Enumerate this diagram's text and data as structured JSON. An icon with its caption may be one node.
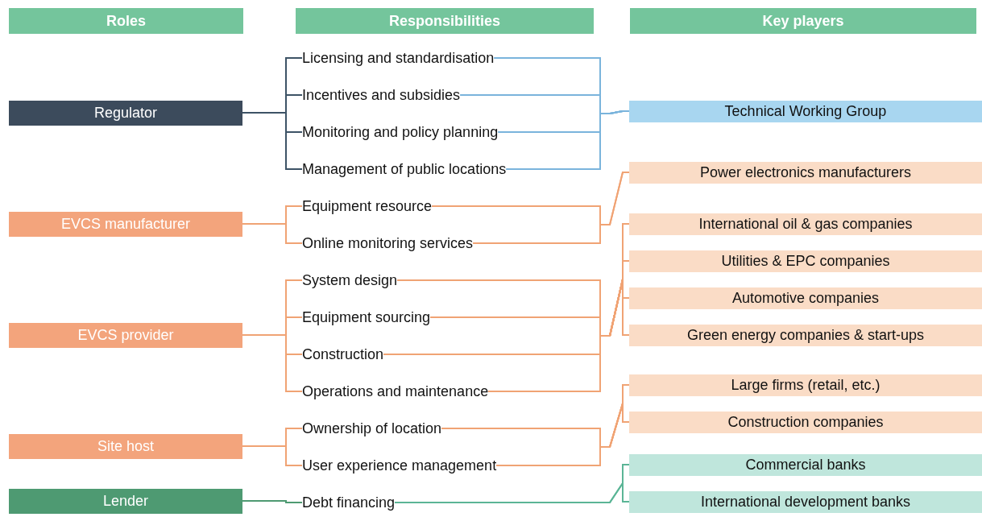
{
  "diagram": {
    "nodes": [
      {
        "text": [
          "Roles"
        ]
      },
      {
        "text": [
          "Responsibilities"
        ]
      },
      {
        "text": [
          "Key players"
        ]
      },
      {
        "text": [
          "Regulator"
        ]
      },
      {
        "text": [
          "EVCS manufacturer"
        ]
      },
      {
        "text": [
          "EVCS provider"
        ]
      },
      {
        "text": [
          "Site host"
        ]
      },
      {
        "text": [
          "Lender"
        ]
      },
      {
        "text": [
          "Licensing and standardisation"
        ]
      },
      {
        "text": [
          "Incentives and subsidies"
        ]
      },
      {
        "text": [
          "Monitoring and policy planning"
        ]
      },
      {
        "text": [
          "Management of public locations"
        ]
      },
      {
        "text": [
          "Equipment resource"
        ]
      },
      {
        "text": [
          "Online monitoring services"
        ]
      },
      {
        "text": [
          "System design"
        ]
      },
      {
        "text": [
          "Equipment sourcing"
        ]
      },
      {
        "text": [
          "Construction"
        ]
      },
      {
        "text": [
          "Operations and maintenance"
        ]
      },
      {
        "text": [
          "Ownership of location"
        ]
      },
      {
        "text": [
          "User experience management"
        ]
      },
      {
        "text": [
          "Debt financing"
        ]
      },
      {
        "text": [
          "Technical Working Group"
        ]
      },
      {
        "text": [
          "Power electronics manufacturers"
        ]
      },
      {
        "text": [
          "International oil & gas companies"
        ]
      },
      {
        "text": [
          "Utilities & EPC companies"
        ]
      },
      {
        "text": [
          "Automotive companies"
        ]
      },
      {
        "text": [
          "Green energy companies & start-ups"
        ]
      },
      {
        "text": [
          "Large firms (retail, etc.)"
        ]
      },
      {
        "text": [
          "Construction companies"
        ]
      },
      {
        "text": [
          "Commercial banks"
        ]
      },
      {
        "text": [
          "International development banks"
        ]
      }
    ],
    "edges": [
      {
        "from": 3,
        "to": 8,
        "arrow": "none",
        "color": "#3d5366"
      },
      {
        "from": 3,
        "to": 9,
        "arrow": "none",
        "color": "#3d5366"
      },
      {
        "from": 3,
        "to": 10,
        "arrow": "none",
        "color": "#3d5366"
      },
      {
        "from": 3,
        "to": 11,
        "arrow": "none",
        "color": "#3d5366"
      },
      {
        "from": 4,
        "to": 12,
        "arrow": "none"
      },
      {
        "from": 4,
        "to": 13,
        "arrow": "none"
      },
      {
        "from": 5,
        "to": 14,
        "arrow": "none"
      },
      {
        "from": 5,
        "to": 15,
        "arrow": "none"
      },
      {
        "from": 5,
        "to": 16,
        "arrow": "none"
      },
      {
        "from": 5,
        "to": 17,
        "arrow": "none"
      },
      {
        "from": 6,
        "to": 18,
        "arrow": "none"
      },
      {
        "from": 6,
        "to": 19,
        "arrow": "none"
      },
      {
        "from": 7,
        "to": 20,
        "arrow": "none",
        "color": "#4e9a72"
      },
      {
        "from": 8,
        "to": 21,
        "arrow": "none",
        "color": "#7ab4dc"
      },
      {
        "from": 9,
        "to": 21,
        "arrow": "none",
        "color": "#7ab4dc"
      },
      {
        "from": 10,
        "to": 21,
        "arrow": "none",
        "color": "#7ab4dc"
      },
      {
        "from": 11,
        "to": 21,
        "arrow": "none",
        "color": "#7ab4dc"
      },
      {
        "from": 12,
        "to": 22,
        "arrow": "none"
      },
      {
        "from": 13,
        "to": 22,
        "arrow": "none"
      },
      {
        "from": 14,
        "to": 23,
        "arrow": "none"
      },
      {
        "from": 14,
        "to": 24,
        "arrow": "none"
      },
      {
        "from": 14,
        "to": 25,
        "arrow": "none"
      },
      {
        "from": 14,
        "to": 26,
        "arrow": "none"
      },
      {
        "from": 15,
        "to": 23,
        "arrow": "none"
      },
      {
        "from": 15,
        "to": 24,
        "arrow": "none"
      },
      {
        "from": 15,
        "to": 25,
        "arrow": "none"
      },
      {
        "from": 15,
        "to": 26,
        "arrow": "none"
      },
      {
        "from": 16,
        "to": 23,
        "arrow": "none"
      },
      {
        "from": 16,
        "to": 24,
        "arrow": "none"
      },
      {
        "from": 16,
        "to": 25,
        "arrow": "none"
      },
      {
        "from": 16,
        "to": 26,
        "arrow": "none"
      },
      {
        "from": 17,
        "to": 23,
        "arrow": "none"
      },
      {
        "from": 17,
        "to": 24,
        "arrow": "none"
      },
      {
        "from": 17,
        "to": 25,
        "arrow": "none"
      },
      {
        "from": 17,
        "to": 26,
        "arrow": "none"
      },
      {
        "from": 18,
        "to": 27,
        "arrow": "none"
      },
      {
        "from": 18,
        "to": 28,
        "arrow": "none"
      },
      {
        "from": 19,
        "to": 27,
        "arrow": "none"
      },
      {
        "from": 19,
        "to": 28,
        "arrow": "none"
      },
      {
        "from": 20,
        "to": 29,
        "arrow": "none",
        "color": "#5bb596"
      },
      {
        "from": 20,
        "to": 30,
        "arrow": "none",
        "color": "#5bb596"
      }
    ]
  }
}
